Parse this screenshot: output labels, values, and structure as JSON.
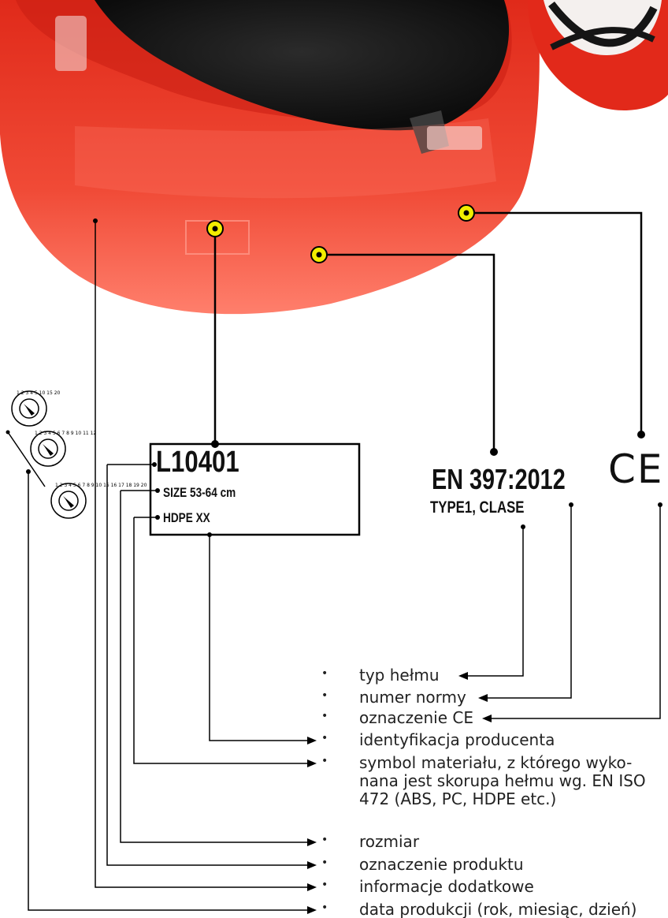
{
  "marking": {
    "code": "L10401",
    "size": "SIZE 53-64 cm",
    "material": "HDPE XX",
    "norm": "EN 397:2012",
    "type": "TYPE1, CLASE",
    "ce": "CE"
  },
  "legend": [
    "typ hełmu",
    "numer normy",
    "oznaczenie CE",
    "identyfikacja producenta",
    "symbol materiału, z którego wyko-nana jest skorupa hełmu wg. EN ISO 472 (ABS, PC, HDPE etc.)",
    "rozmiar",
    "oznaczenie produktu",
    "informacje dodatkowe",
    "data produkcji (rok, miesiąc, dzień)"
  ],
  "dials": [
    {
      "numbers": "1 2 3 4 5 10 15 20"
    },
    {
      "numbers": "1 2 3 4 5 6 7 8 9 10 11 12"
    },
    {
      "numbers": "1 2 3 4 5 6 7 8 9 10 15 16 17 18 19 20"
    }
  ],
  "colors": {
    "helmet": "#e8301f",
    "highlight": "#f2ee00",
    "line": "#000000"
  }
}
